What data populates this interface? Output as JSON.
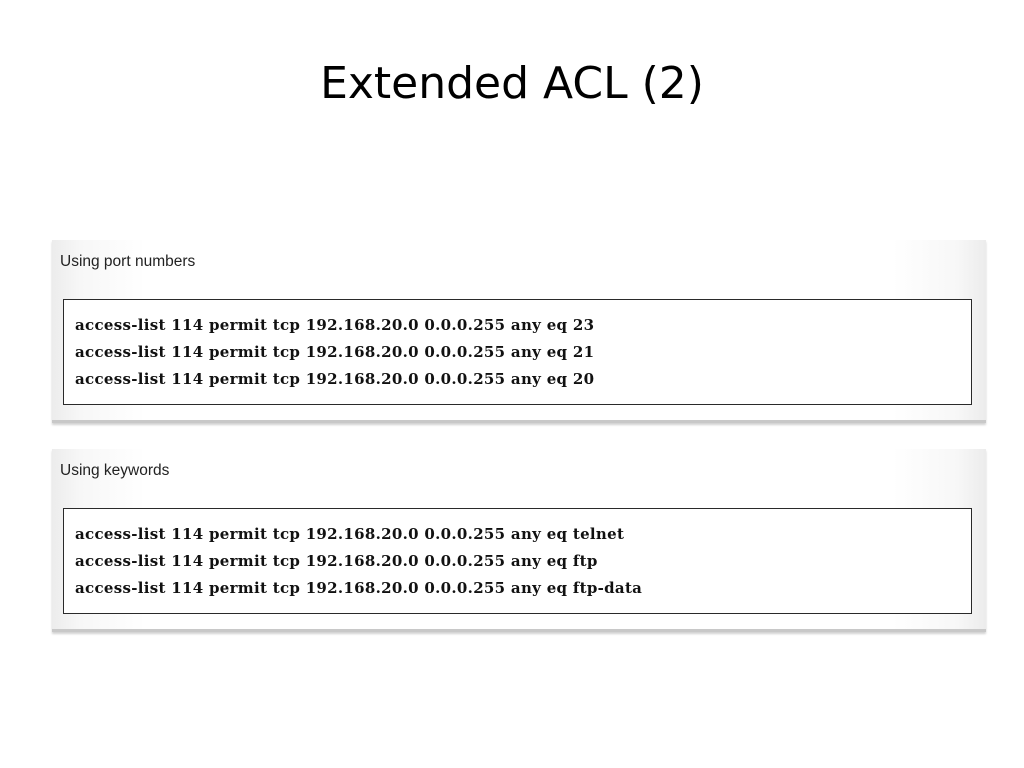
{
  "slide": {
    "title": "Extended ACL (2)"
  },
  "panels": [
    {
      "label": "Using port numbers",
      "lines": [
        "access-list 114 permit tcp 192.168.20.0 0.0.0.255 any eq 23",
        "access-list 114 permit tcp 192.168.20.0 0.0.0.255 any eq 21",
        "access-list 114 permit tcp 192.168.20.0 0.0.0.255 any eq 20"
      ]
    },
    {
      "label": "Using keywords",
      "lines": [
        "access-list 114 permit tcp 192.168.20.0 0.0.0.255 any eq telnet",
        "access-list 114 permit tcp 192.168.20.0 0.0.0.255 any eq ftp",
        "access-list 114 permit tcp 192.168.20.0 0.0.0.255 any eq ftp-data"
      ]
    }
  ]
}
